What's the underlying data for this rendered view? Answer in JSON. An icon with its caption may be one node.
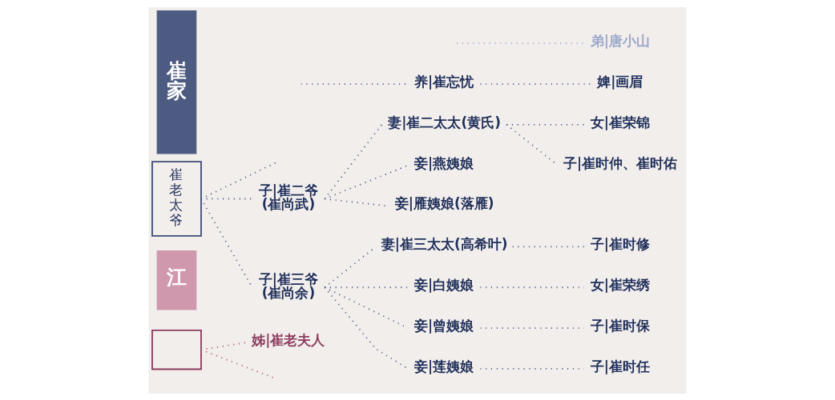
{
  "diagram": {
    "nodes": [
      {
        "text": [
          "崔家"
        ]
      },
      {
        "text": [
          "弟|唐小山"
        ]
      },
      {
        "text": [
          "崔老太爷"
        ]
      },
      {
        "text": [
          "养|崔忘忧"
        ]
      },
      {
        "text": [
          "婢|画眉"
        ]
      },
      {
        "text": [
          "子|崔二爷 (崔尚武)"
        ]
      },
      {
        "text": [
          "妻|崔二太太(黄氏)"
        ]
      },
      {
        "text": [
          "女|崔荣锦"
        ]
      },
      {
        "text": [
          "子|崔时仲、崔时佑"
        ]
      },
      {
        "text": [
          "妾|燕姨娘"
        ]
      },
      {
        "text": [
          "妾|雁姨娘(落雁)"
        ]
      },
      {
        "text": [
          "子|崔三爷 (崔尚余)"
        ]
      },
      {
        "text": [
          "妻|崔三太太(高希叶)"
        ]
      },
      {
        "text": [
          "子|崔时修"
        ]
      },
      {
        "text": [
          "妾|白姨娘"
        ]
      },
      {
        "text": [
          "女|崔荣绣"
        ]
      },
      {
        "text": [
          "妾|曾姨娘"
        ]
      },
      {
        "text": [
          "子|崔时保"
        ]
      },
      {
        "text": [
          "妾|莲姨娘"
        ]
      },
      {
        "text": [
          "子|崔时任"
        ]
      },
      {
        "text": [
          "江"
        ]
      },
      {
        "text": [
          "姊|崔老夫人"
        ]
      },
      {
        "text": [],
        "shape": "box"
      }
    ],
    "edges": [
      {
        "from": null,
        "to": 1,
        "arrow": "none",
        "color": "#9aa6c4"
      },
      {
        "from": 2,
        "to": null,
        "arrow": "none"
      },
      {
        "from": null,
        "to": 3,
        "arrow": "none"
      },
      {
        "from": 3,
        "to": 4,
        "arrow": "none"
      },
      {
        "from": 2,
        "to": 5,
        "arrow": "none"
      },
      {
        "from": 2,
        "to": 11,
        "arrow": "none"
      },
      {
        "from": 5,
        "to": 6,
        "arrow": "none"
      },
      {
        "from": 5,
        "to": 9,
        "arrow": "none"
      },
      {
        "from": 5,
        "to": 10,
        "arrow": "none"
      },
      {
        "from": 6,
        "to": 7,
        "arrow": "none"
      },
      {
        "from": 6,
        "to": 8,
        "arrow": "none"
      },
      {
        "from": 11,
        "to": 12,
        "arrow": "none"
      },
      {
        "from": 11,
        "to": 14,
        "arrow": "none"
      },
      {
        "from": 11,
        "to": 16,
        "arrow": "none"
      },
      {
        "from": 11,
        "to": 18,
        "arrow": "none"
      },
      {
        "from": 12,
        "to": 13,
        "arrow": "none"
      },
      {
        "from": 14,
        "to": 15,
        "arrow": "none"
      },
      {
        "from": 16,
        "to": 17,
        "arrow": "none"
      },
      {
        "from": 18,
        "to": 19,
        "arrow": "none"
      },
      {
        "from": 22,
        "to": 21,
        "arrow": "none",
        "color": "#a65a78"
      },
      {
        "from": 22,
        "to": null,
        "arrow": "none",
        "color": "#a65a78"
      }
    ]
  }
}
